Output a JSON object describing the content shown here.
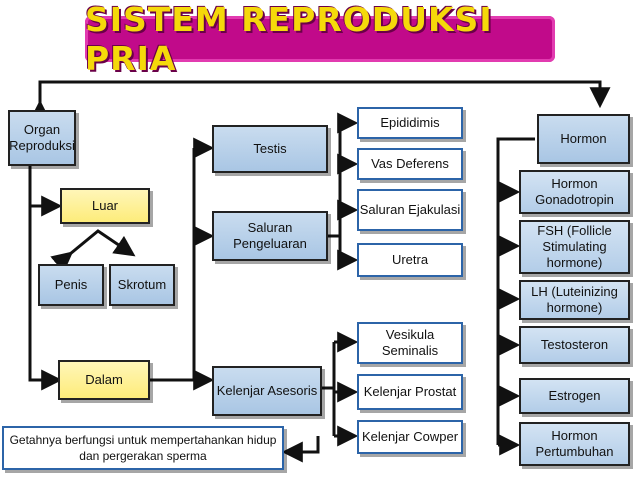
{
  "title": "SISTEM REPRODUKSI PRIA",
  "boxes": {
    "organ": "Organ Reproduksi",
    "hormon": "Hormon",
    "luar": "Luar",
    "penis": "Penis",
    "skrotum": "Skrotum",
    "dalam": "Dalam",
    "testis": "Testis",
    "saluran_pengeluaran": "Saluran Pengeluaran",
    "kelenjar_asesoris": "Kelenjar Asesoris",
    "epididimis": "Epididimis",
    "vas_deferens": "Vas Deferens",
    "saluran_ejakulasi": "Saluran Ejakulasi",
    "uretra": "Uretra",
    "vesikula_seminalis": "Vesikula Seminalis",
    "kelenjar_prostat": "Kelenjar Prostat",
    "kelenjar_cowper": "Kelenjar Cowper",
    "hormon_gonadotropin": "Hormon Gonadotropin",
    "fsh": "FSH (Follicle Stimulating hormone)",
    "lh": "LH (Luteinizing hormone)",
    "testosteron": "Testosteron",
    "estrogen": "Estrogen",
    "hormon_pertumbuhan": "Hormon Pertumbuhan",
    "note": "Getahnya berfungsi untuk mempertahankan hidup dan pergerakan sperma"
  },
  "colors": {
    "title_bg": "#c10a8a",
    "title_text": "#f5d90a",
    "box_blue": "#b3cde8",
    "box_yellow": "#fdec7a",
    "border_blue": "#2c64a8"
  }
}
